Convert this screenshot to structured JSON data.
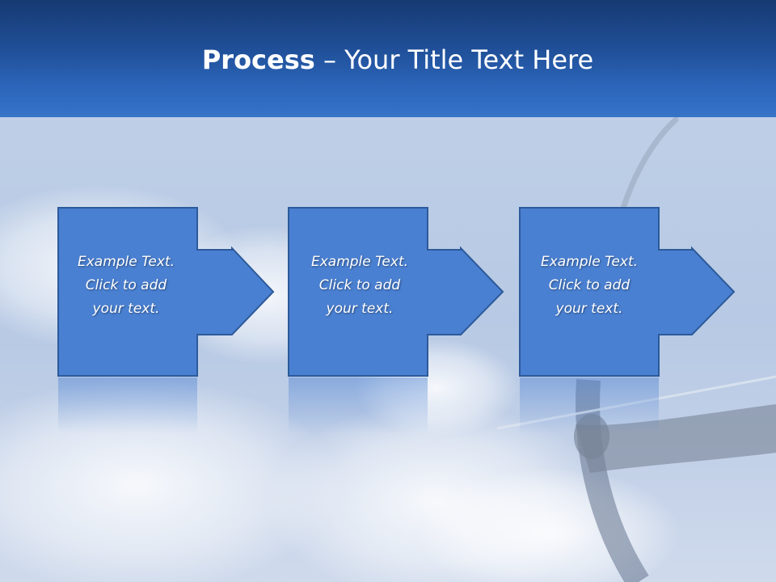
{
  "slide": {
    "title_bold": "Process",
    "title_rest": " – Your Title Text Here"
  },
  "colors": {
    "header_dark": "#163a72",
    "header_light": "#3674c8",
    "box_fill": "#4a80d2",
    "box_border": "#2c5a9a",
    "sky": "#bccde6"
  },
  "steps": [
    {
      "lines": [
        "Example Text.",
        "Click  to add",
        "your text."
      ]
    },
    {
      "lines": [
        "Example Text.",
        "Click  to add",
        "your text."
      ]
    },
    {
      "lines": [
        "Example Text.",
        "Click  to add",
        "your text."
      ]
    }
  ]
}
